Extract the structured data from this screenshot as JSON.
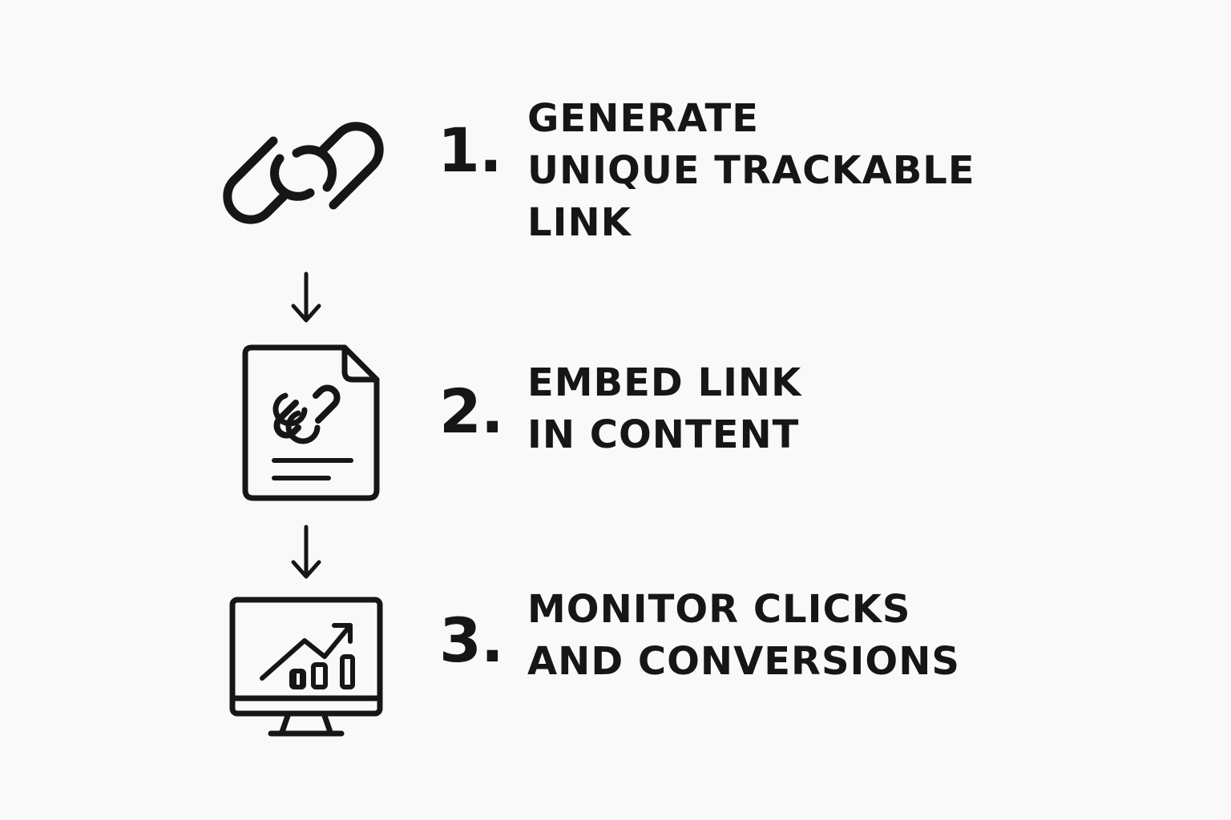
{
  "steps": [
    {
      "number": "1.",
      "lines": [
        "GENERATE",
        "UNIQUE TRACKABLE",
        "LINK"
      ],
      "icon": "chain-link-icon"
    },
    {
      "number": "2.",
      "lines": [
        "EMBED LINK",
        "IN CONTENT"
      ],
      "icon": "document-link-icon"
    },
    {
      "number": "3.",
      "lines": [
        "MONITOR CLICKS",
        "AND CONVERSIONS"
      ],
      "icon": "monitor-chart-icon"
    }
  ],
  "connectors": [
    "arrow-down-icon",
    "arrow-down-icon"
  ],
  "colors": {
    "ink": "#161616",
    "background": "#f9f9f9"
  }
}
